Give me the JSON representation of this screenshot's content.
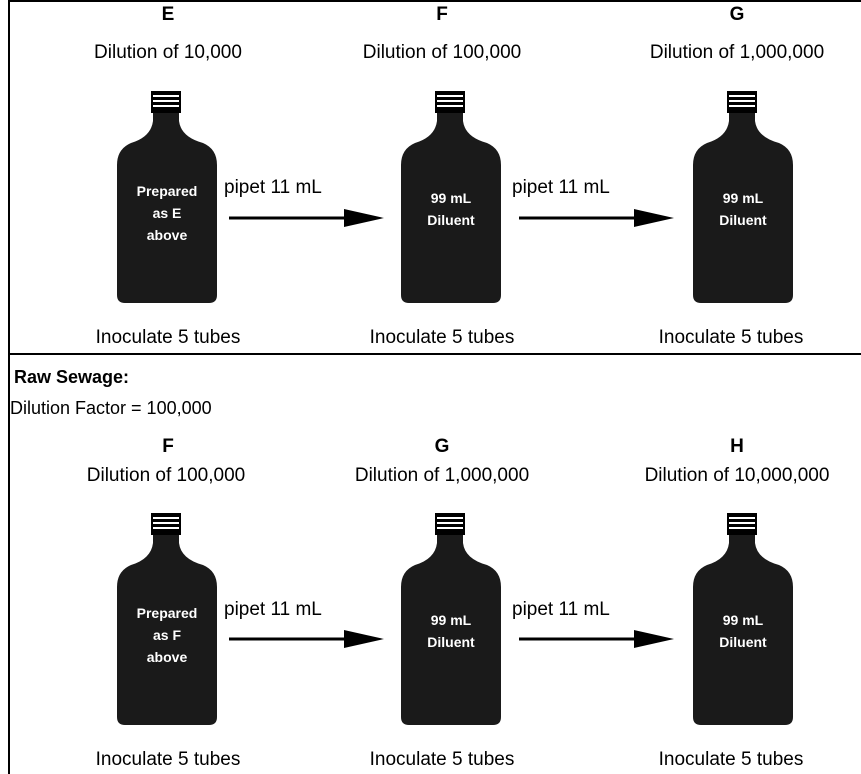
{
  "top": {
    "bottles": [
      {
        "letter": "E",
        "dilution": "Dilution of 10,000",
        "label": [
          "Prepared",
          "as E",
          "above"
        ],
        "inoculate": "Inoculate 5 tubes"
      },
      {
        "letter": "F",
        "dilution": "Dilution of 100,000",
        "label": [
          "99 mL",
          "Diluent"
        ],
        "inoculate": "Inoculate 5 tubes"
      },
      {
        "letter": "G",
        "dilution": "Dilution of 1,000,000",
        "label": [
          "99 mL",
          "Diluent"
        ],
        "inoculate": "Inoculate 5 tubes"
      }
    ],
    "transfers": [
      "pipet 11 mL",
      "pipet 11 mL"
    ]
  },
  "raw_sewage": {
    "title": "Raw Sewage:",
    "factor": "Dilution Factor = 100,000",
    "bottles": [
      {
        "letter": "F",
        "dilution": "Dilution of 100,000",
        "label": [
          "Prepared",
          "as F",
          "above"
        ],
        "inoculate": "Inoculate 5 tubes"
      },
      {
        "letter": "G",
        "dilution": "Dilution of 1,000,000",
        "label": [
          "99 mL",
          "Diluent"
        ],
        "inoculate": "Inoculate 5 tubes"
      },
      {
        "letter": "H",
        "dilution": "Dilution of 10,000,000",
        "label": [
          "99 mL",
          "Diluent"
        ],
        "inoculate": "Inoculate 5 tubes"
      }
    ],
    "transfers": [
      "pipet 11 mL",
      "pipet 11 mL"
    ]
  },
  "colors": {
    "bottle": "#1a1a1a",
    "line": "#000000",
    "label_text": "#ffffff"
  }
}
